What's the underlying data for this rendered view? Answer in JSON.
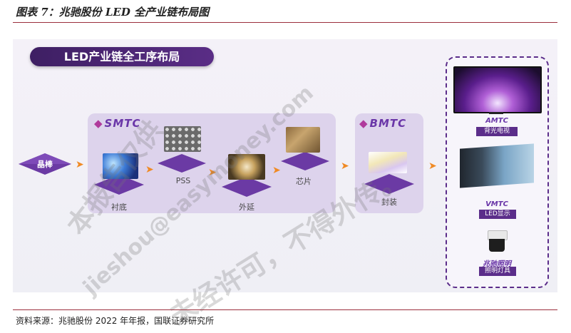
{
  "header": {
    "figure_title": "图表 7：兆驰股份 LED 全产业链布局图"
  },
  "banner": {
    "text": "LED产业链全工序布局"
  },
  "groups": {
    "smtc": {
      "brand": "SMTC"
    },
    "bmtc": {
      "brand": "BMTC"
    }
  },
  "steps": {
    "ingot": "晶棒",
    "substrate": "衬底",
    "pss": "PSS",
    "epitaxy": "外延",
    "chip": "芯片",
    "packaging": "封装"
  },
  "applications": {
    "backlight": {
      "brand": "AMTC",
      "label": "背光电视"
    },
    "display": {
      "brand": "VMTC",
      "label": "LED显示"
    },
    "lighting": {
      "brand": "兆驰照明",
      "label": "照明灯具"
    }
  },
  "watermarks": [
    "本报告仅供",
    "jieshou@easymoney.com",
    "未经许可，不得外传。"
  ],
  "footer": {
    "source": "资料来源：兆驰股份 2022 年年报，国联证券研究所"
  },
  "colors": {
    "accent_purple": "#5b2d8a",
    "arrow_orange": "#f08a24",
    "rule": "#9b2f3c"
  }
}
